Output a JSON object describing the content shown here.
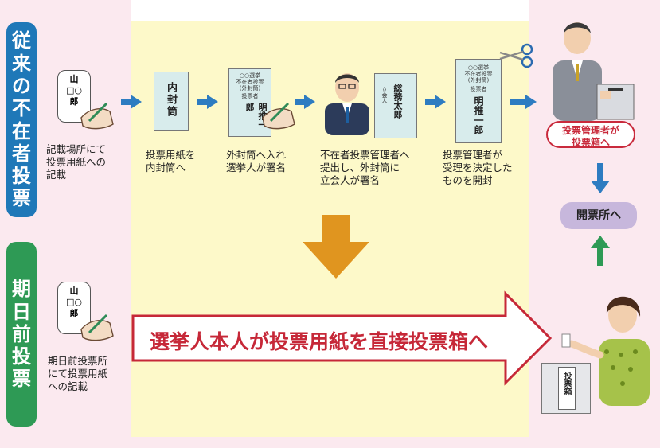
{
  "labels": {
    "traditional": [
      "従",
      "来",
      "の",
      "不",
      "在",
      "者",
      "投",
      "票"
    ],
    "early": [
      "期",
      "日",
      "前",
      "投",
      "票"
    ]
  },
  "traditional_steps": [
    {
      "note": "記載場所にて\n投票用紙への\n記載"
    },
    {
      "note": "投票用紙を\n内封筒へ"
    },
    {
      "note": "外封筒へ入れ\n選挙人が署名"
    },
    {
      "note": "不在者投票管理者へ\n提出し、外封筒に\n立会人が署名"
    },
    {
      "note": "投票管理者が\n受理を決定した\nものを開封"
    }
  ],
  "ballot_card": {
    "top": "山",
    "middle": "□○",
    "bottom": "郎"
  },
  "inner_envelope": "内封筒",
  "outer_envelope": {
    "header": "○○選挙\n不在者投票\n(外封筒)",
    "voter_label": "投票者",
    "name": "明推一郎"
  },
  "witness_envelope": {
    "label": "立会人",
    "name": "総務太郎"
  },
  "opened_envelope": {
    "header": "○○選挙\n不在者投票\n(外封筒)",
    "voter_label": "投票者",
    "name": "明推一郎"
  },
  "ballot_box_badge": "投票管理者が\n投票箱へ",
  "counting_pill": "開票所へ",
  "early_step": {
    "note": "期日前投票所\nにて投票用紙\nへの記載"
  },
  "banner_text": "選挙人本人が投票用紙を直接投票箱へ",
  "ballot_box_label": "投票箱",
  "colors": {
    "blue": "#1f78b8",
    "green": "#2e9a55",
    "red": "#c62838",
    "orange": "#e0951f",
    "purple": "#c7b7dc"
  }
}
